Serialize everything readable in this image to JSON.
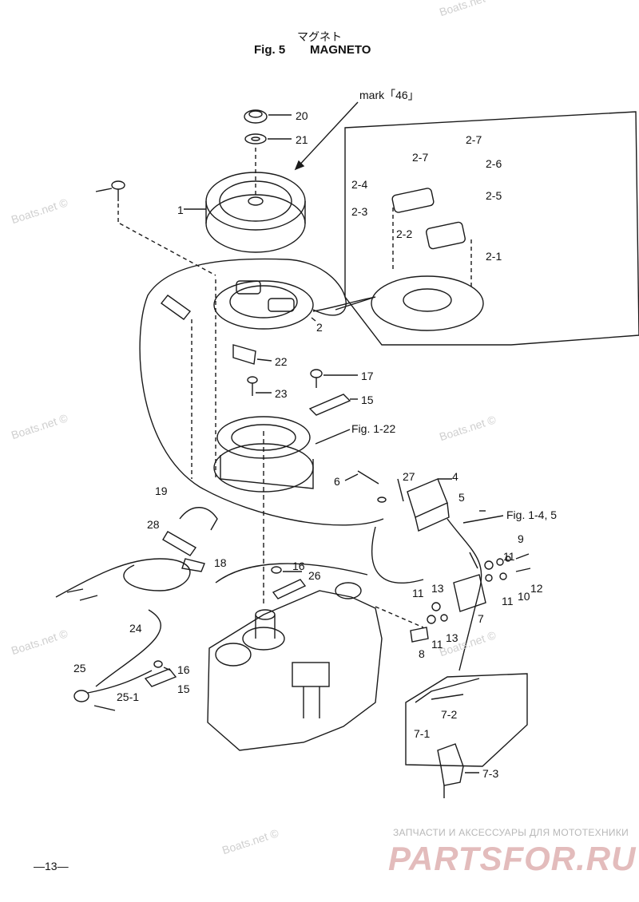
{
  "header": {
    "title_jp": "マグネト",
    "fig_number": "Fig. 5",
    "fig_title": "MAGNETO"
  },
  "callouts": {
    "mark": "mark「46」",
    "p1": "1",
    "p2": "2",
    "p2_1": "2-1",
    "p2_2": "2-2",
    "p2_3": "2-3",
    "p2_4": "2-4",
    "p2_5": "2-5",
    "p2_6": "2-6",
    "p2_7a": "2-7",
    "p2_7b": "2-7",
    "p4": "4",
    "p5": "5",
    "p6": "6",
    "p7": "7",
    "p7_1": "7-1",
    "p7_2": "7-2",
    "p7_3": "7-3",
    "p8": "8",
    "p9": "9",
    "p10": "10",
    "p11a": "11",
    "p11b": "11",
    "p11c": "11",
    "p11d": "11",
    "p12": "12",
    "p13a": "13",
    "p13b": "13",
    "p15a": "15",
    "p15b": "15",
    "p16a": "16",
    "p16b": "16",
    "p17": "17",
    "p18": "18",
    "p19": "19",
    "p20": "20",
    "p21": "21",
    "p22": "22",
    "p23": "23",
    "p24": "24",
    "p25": "25",
    "p25_1": "25-1",
    "p26": "26",
    "p27": "27",
    "p28": "28",
    "fig1_22": "Fig. 1-22",
    "fig1_4_5": "Fig. 1-4, 5"
  },
  "watermark": {
    "text": "Boats.net ©"
  },
  "footer": {
    "page_number": "—13—",
    "dealer_caption": "ЗАПЧАСТИ И АКСЕССУАРЫ ДЛЯ МОТОТЕХНИКИ",
    "dealer_logo": "PARTSFOR.RU"
  },
  "colors": {
    "line": "#1a1a1a",
    "watermark": "#cfcfcf",
    "dealer_logo": "#e3bcbc"
  }
}
